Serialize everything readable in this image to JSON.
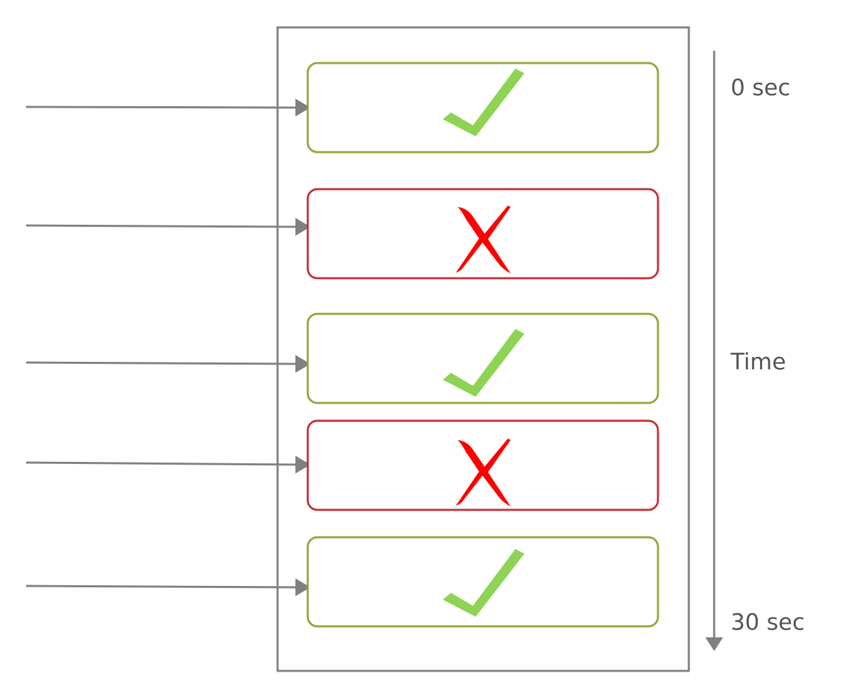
{
  "timeline": {
    "start_label": "0 sec",
    "middle_label": "Time",
    "end_label": "30 sec"
  },
  "requests": [
    {
      "status": "success",
      "icon": "check-icon"
    },
    {
      "status": "failure",
      "icon": "cross-icon"
    },
    {
      "status": "success",
      "icon": "check-icon"
    },
    {
      "status": "failure",
      "icon": "cross-icon"
    },
    {
      "status": "success",
      "icon": "check-icon"
    }
  ],
  "colors": {
    "arrow": "#808080",
    "container_border": "#808080",
    "success_border": "#8fa83c",
    "failure_border": "#c62f3a",
    "check": "#8ed353",
    "cross": "#ff0000",
    "label_text": "#555555"
  }
}
